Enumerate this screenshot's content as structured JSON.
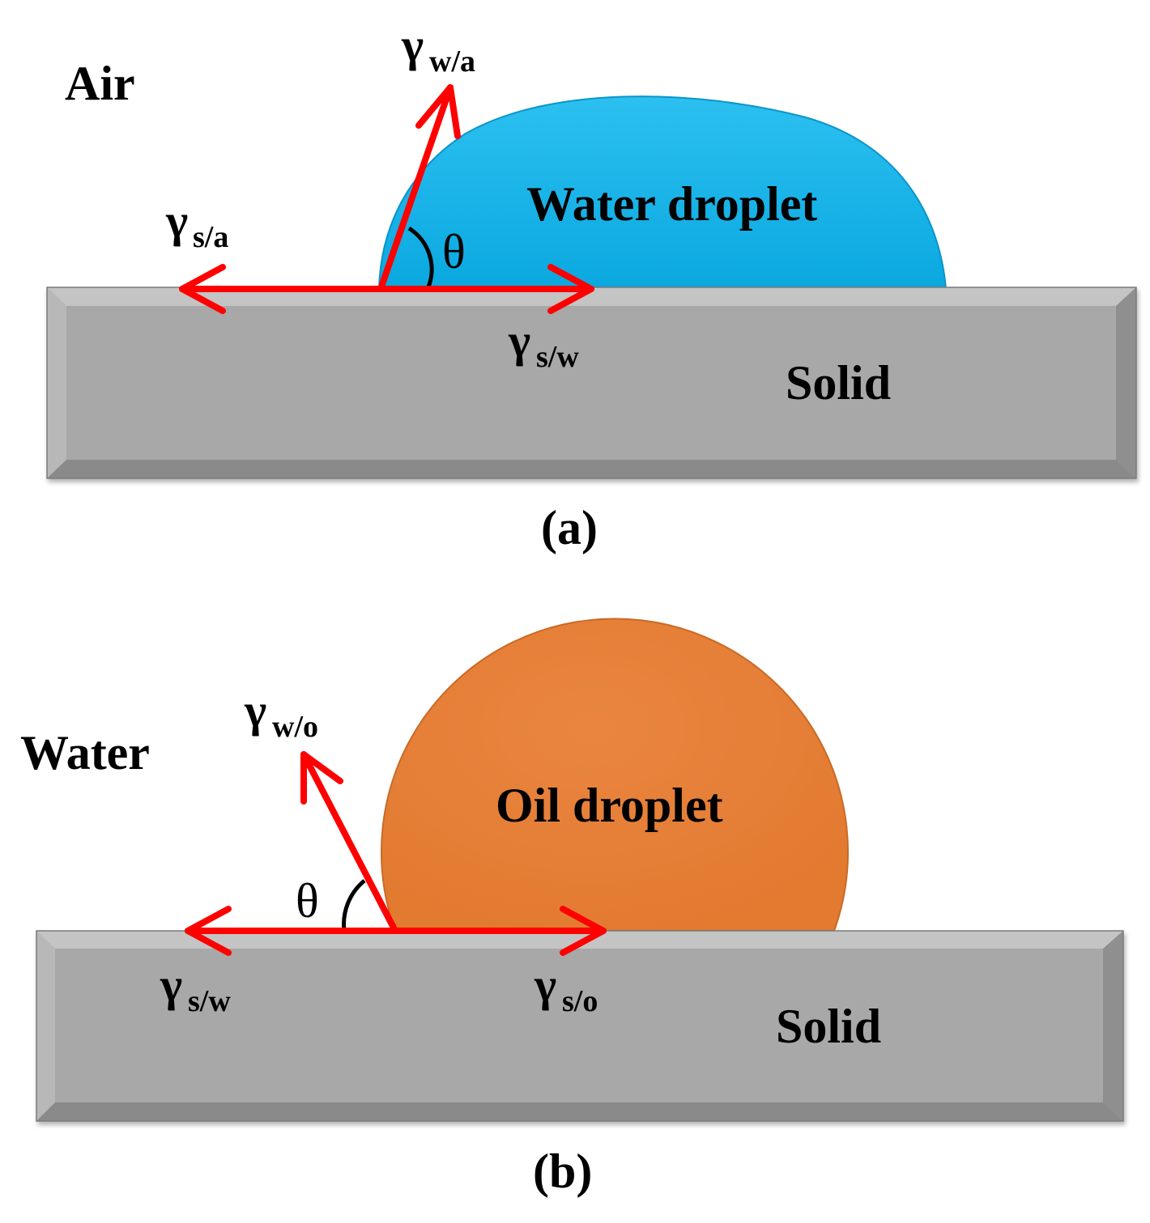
{
  "panel_a": {
    "medium_label": "Air",
    "droplet_label": "Water droplet",
    "solid_label": "Solid",
    "caption": "(a)",
    "angle_symbol": "θ",
    "tension_wa": {
      "symbol": "γ",
      "sub": "w/a"
    },
    "tension_sa": {
      "symbol": "γ",
      "sub": "s/a"
    },
    "tension_sw": {
      "symbol": "γ",
      "sub": "s/w"
    }
  },
  "panel_b": {
    "medium_label": "Water",
    "droplet_label": "Oil droplet",
    "solid_label": "Solid",
    "caption": "(b)",
    "angle_symbol": "θ",
    "tension_wo": {
      "symbol": "γ",
      "sub": "w/o"
    },
    "tension_sw": {
      "symbol": "γ",
      "sub": "s/w"
    },
    "tension_so": {
      "symbol": "γ",
      "sub": "s/o"
    }
  },
  "colors": {
    "water": "#0aa8e0",
    "oil": "#e67e35",
    "solid": "#a6a6a6",
    "arrow": "#ff0000"
  }
}
